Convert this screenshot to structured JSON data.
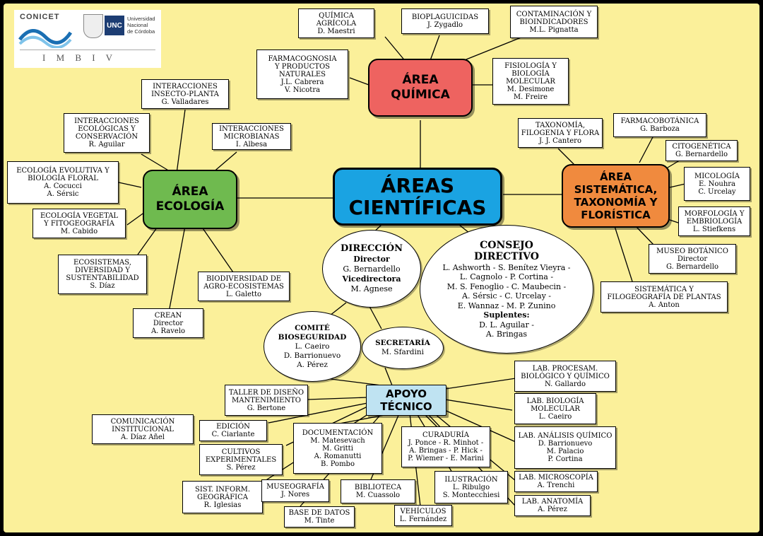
{
  "logo": {
    "conicet": "CONICET",
    "unc": "UNC",
    "unc_name": [
      "Universidad",
      "Nacional",
      "de Córdoba"
    ],
    "imbiv": "I M B I V"
  },
  "center": {
    "title_1": "ÁREAS",
    "title_2": "CIENTÍFICAS"
  },
  "area_quimica": {
    "line1": "ÁREA",
    "line2": "QUÍMICA"
  },
  "area_ecologia": {
    "line1": "ÁREA",
    "line2": "ECOLOGÍA"
  },
  "area_sistematica": {
    "line1": "ÁREA",
    "line2": "SISTEMÁTICA,",
    "line3": "TAXONOMÍA Y",
    "line4": "FLORÍSTICA"
  },
  "apoyo": {
    "line1": "APOYO",
    "line2": "TÉCNICO"
  },
  "direccion": {
    "title": "DIRECCIÓN",
    "director_label": "Director",
    "director": "G. Bernardello",
    "vice_label": "Vicedirectora",
    "vice": "M. Agnese"
  },
  "consejo": {
    "title1": "CONSEJO",
    "title2": "DIRECTIVO",
    "lines": [
      "L. Ashworth - S. Benítez Vieyra -",
      "L. Cagnolo - P. Cortina -",
      "M. S. Fenoglio - C. Maubecin -",
      "A. Sérsic - C. Urcelay -",
      "E. Wannaz - M. P. Zunino"
    ],
    "suplentes_label": "Suplentes:",
    "suplentes": [
      "D. L. Aguilar -",
      "A. Bringas"
    ]
  },
  "comite": {
    "title1": "COMITÉ",
    "title2": "BIOSEGURIDAD",
    "people": [
      "L. Caeiro",
      "D. Barrionuevo",
      "A. Pérez"
    ]
  },
  "secretaria": {
    "title": "SECRETARÍA",
    "person": "M. Sfardini"
  },
  "quimica_boxes": [
    {
      "title": [
        "QUÍMICA",
        "AGRÍCOLA"
      ],
      "people": [
        "D. Maestri"
      ]
    },
    {
      "title": [
        "BIOPLAGUICIDAS"
      ],
      "people": [
        "J. Zygadlo"
      ]
    },
    {
      "title": [
        "CONTAMINACIÓN Y",
        "BIOINDICADORES"
      ],
      "people": [
        "M.L. Pignatta"
      ]
    },
    {
      "title": [
        "FARMACOGNOSIA",
        "Y PRODUCTOS",
        "NATURALES"
      ],
      "people": [
        "J.L. Cabrera",
        "V. Nicotra"
      ]
    },
    {
      "title": [
        "FISIOLOGÍA Y",
        "BIOLOGÍA",
        "MOLECULAR"
      ],
      "people": [
        "M. Desimone",
        "M. Freire"
      ]
    }
  ],
  "ecologia_boxes": [
    {
      "title": [
        "INTERACCIONES",
        "INSECTO-PLANTA"
      ],
      "people": [
        "G. Valladares"
      ]
    },
    {
      "title": [
        "INTERACCIONES",
        "ECOLÓGICAS Y",
        "CONSERVACIÓN"
      ],
      "people": [
        "R. Aguilar"
      ]
    },
    {
      "title": [
        "INTERACCIONES",
        "MICROBIANAS"
      ],
      "people": [
        "I. Albesa"
      ]
    },
    {
      "title": [
        "ECOLOGÍA EVOLUTIVA Y",
        "BIOLOGÍA FLORAL"
      ],
      "people": [
        "A. Cocucci",
        "A. Sérsic"
      ]
    },
    {
      "title": [
        "ECOLOGÍA VEGETAL",
        "Y FITOGEOGRAFÍA"
      ],
      "people": [
        "M. Cabido"
      ]
    },
    {
      "title": [
        "ECOSISTEMAS,",
        "DIVERSIDAD Y",
        "SUSTENTABILIDAD"
      ],
      "people": [
        "S. Díaz"
      ]
    },
    {
      "title": [
        "BIODIVERSIDAD DE",
        "AGRO-ECOSISTEMAS"
      ],
      "people": [
        "L. Galetto"
      ]
    },
    {
      "title": [
        "CREAN"
      ],
      "people": [
        "Director",
        "A. Ravelo"
      ]
    }
  ],
  "sistematica_boxes": [
    {
      "title": [
        "TAXONOMÍA,",
        "FILOGENIA Y FLORA"
      ],
      "people": [
        "J. J. Cantero"
      ]
    },
    {
      "title": [
        "FARMACOBOTÁNICA"
      ],
      "people": [
        "G. Barboza"
      ]
    },
    {
      "title": [
        "CITOGENÉTICA"
      ],
      "people": [
        "G. Bernardello"
      ]
    },
    {
      "title": [
        "MICOLOGÍA"
      ],
      "people": [
        "E. Nouhra",
        "C. Urcelay"
      ]
    },
    {
      "title": [
        "MORFOLOGÍA Y",
        "EMBRIOLOGÍA"
      ],
      "people": [
        "L. Stiefkens"
      ]
    },
    {
      "title": [
        "MUSEO BOTÁNICO"
      ],
      "people": [
        "Director",
        "G. Bernardello"
      ]
    },
    {
      "title": [
        "SISTEMÁTICA Y",
        "FILOGEOGRAFÍA DE PLANTAS"
      ],
      "people": [
        "A. Anton"
      ]
    }
  ],
  "apoyo_boxes": [
    {
      "title": [
        "TALLER DE DISEÑO",
        "MANTENIMIENTO"
      ],
      "people": [
        "G. Bertone"
      ]
    },
    {
      "title": [
        "COMUNICACIÓN",
        "INSTITUCIONAL"
      ],
      "people": [
        "A. Díaz Añel"
      ]
    },
    {
      "title": [
        "EDICIÓN"
      ],
      "people": [
        "C. Ciarlante"
      ]
    },
    {
      "title": [
        "CULTIVOS",
        "EXPERIMENTALES"
      ],
      "people": [
        "S. Pérez"
      ]
    },
    {
      "title": [
        "SIST. INFORM.",
        "GEOGRÁFICA"
      ],
      "people": [
        "R. Iglesias"
      ]
    },
    {
      "title": [
        "MUSEOGRAFÍA"
      ],
      "people": [
        "J. Nores"
      ]
    },
    {
      "title": [
        "BASE DE DATOS"
      ],
      "people": [
        "M. Tinte"
      ]
    },
    {
      "title": [
        "DOCUMENTACIÓN"
      ],
      "people": [
        "M. Matesevach",
        "M. Gritti",
        "A. Romanutti",
        "B. Pombo"
      ]
    },
    {
      "title": [
        "BIBLIOTECA"
      ],
      "people": [
        "M. Cuassolo"
      ]
    },
    {
      "title": [
        "VEHÍCULOS"
      ],
      "people": [
        "L. Fernández"
      ]
    },
    {
      "title": [
        "ILUSTRACIÓN"
      ],
      "people": [
        "L. Ribulgo",
        "S. Montecchiesi"
      ]
    },
    {
      "title": [
        "CURADURÍA"
      ],
      "people": [
        "J. Ponce - R. Minhot -",
        "A. Bringas - P. Hick -",
        "P. Wiemer - E. Marini"
      ]
    },
    {
      "title": [
        "LAB. PROCESAM.",
        "BIOLÓGICO Y QUÍMICO"
      ],
      "people": [
        "N. Gallardo"
      ]
    },
    {
      "title": [
        "LAB. BIOLOGÍA",
        "MOLECULAR"
      ],
      "people": [
        "L. Caeiro"
      ]
    },
    {
      "title": [
        "LAB. ANÁLISIS QUÍMICO"
      ],
      "people": [
        "D. Barrionuevo",
        "M. Palacio",
        "P. Cortina"
      ]
    },
    {
      "title": [
        "LAB. MICROSCOPÍA"
      ],
      "people": [
        "A. Trenchi"
      ]
    },
    {
      "title": [
        "LAB. ANATOMÍA"
      ],
      "people": [
        "A. Pérez"
      ]
    }
  ],
  "colors": {
    "background": "#fbf09a",
    "quimica": "#ee6360",
    "ecologia": "#6fba4f",
    "sistematica": "#f08a3e",
    "center": "#1aa3e2",
    "apoyo": "#bfe3f2"
  }
}
